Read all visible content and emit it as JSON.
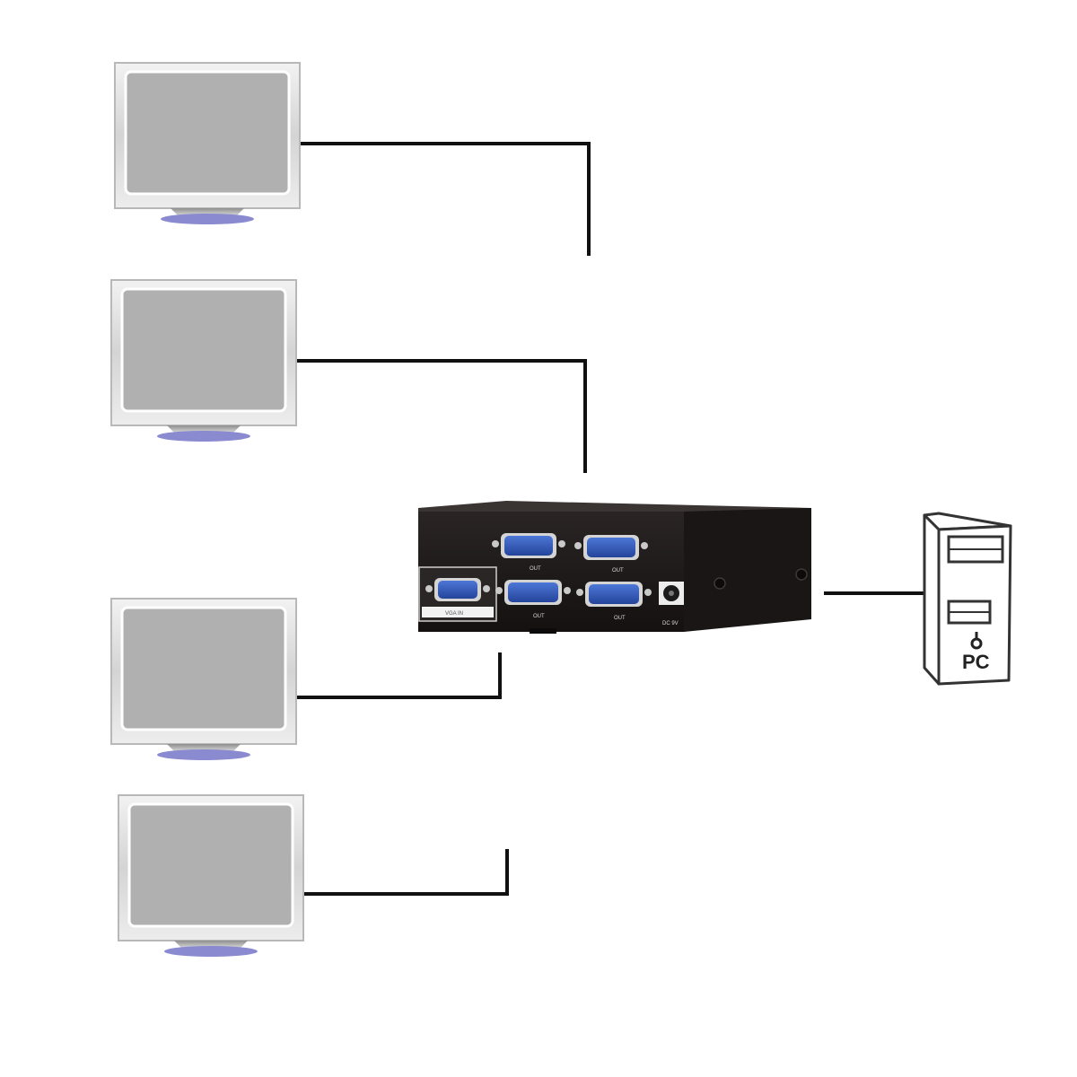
{
  "splitter": {
    "label_input": "VGA IN",
    "label_out_top_left": "OUT",
    "label_out_top_right": "OUT",
    "label_out_bottom_left": "OUT",
    "label_out_bottom_right": "OUT",
    "label_dc": "DC 9V"
  },
  "pc": {
    "label": "PC"
  },
  "colors": {
    "monitor_bezel": "#d9d9d9",
    "monitor_screen": "#b0b0b0",
    "monitor_base": "#8a8ad0",
    "splitter_body": "#1f1b1a",
    "vga_port": "#2f58b8",
    "cable": "#111111",
    "pc_case": "#ffffff"
  }
}
